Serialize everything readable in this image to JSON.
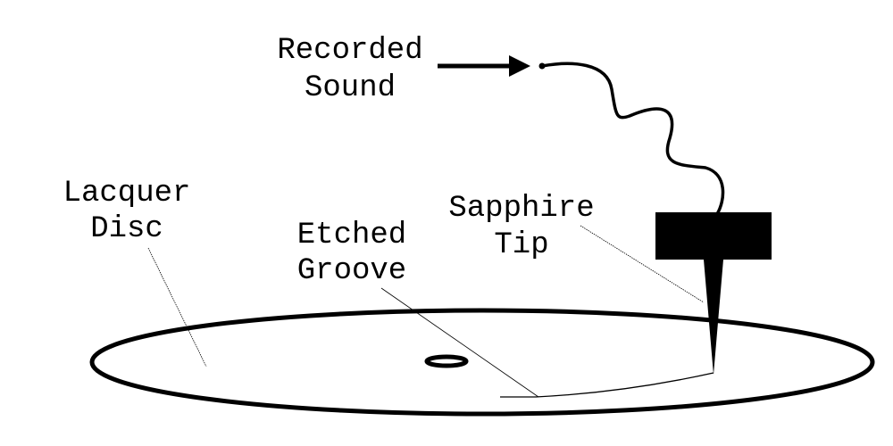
{
  "labels": {
    "recorded_sound": [
      "Recorded",
      "Sound"
    ],
    "lacquer_disc": [
      "Lacquer",
      "Disc"
    ],
    "etched_groove": [
      "Etched",
      "Groove"
    ],
    "sapphire_tip": [
      "Sapphire",
      "Tip"
    ]
  },
  "colors": {
    "ink": "#000000",
    "background": "#ffffff"
  }
}
